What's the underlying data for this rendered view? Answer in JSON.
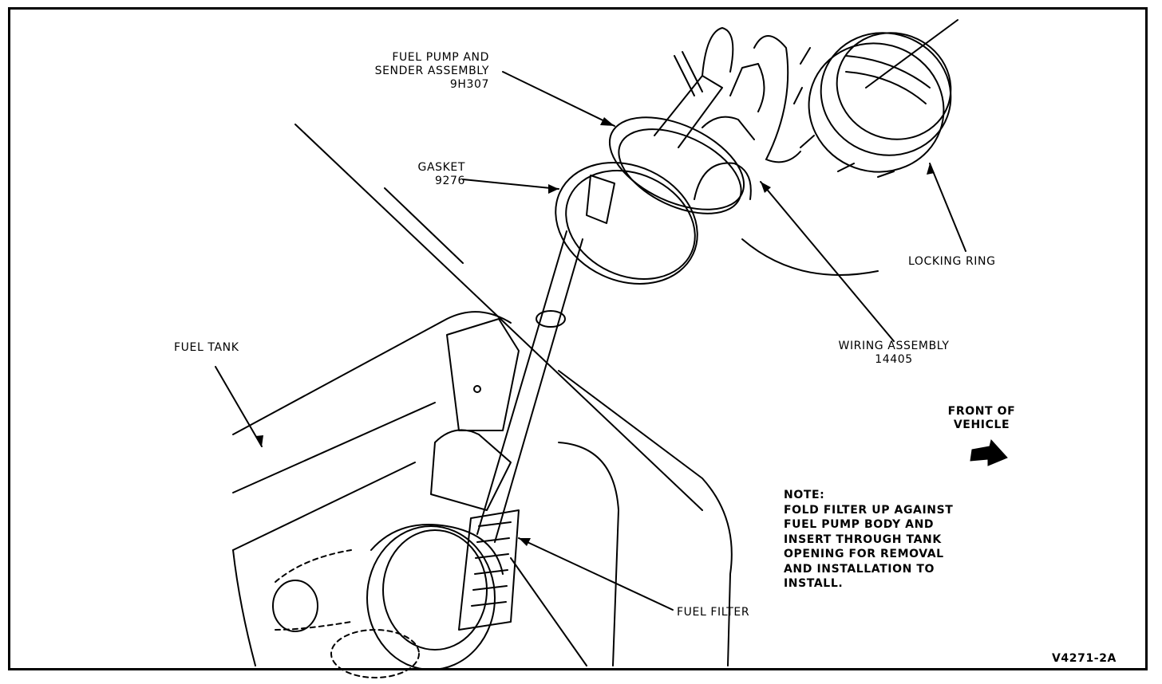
{
  "labels": {
    "pump_assembly": [
      "FUEL PUMP AND",
      "SENDER ASSEMBLY",
      "9H307"
    ],
    "gasket": [
      "GASKET",
      "9276"
    ],
    "locking_ring": "LOCKING RING",
    "wiring_assembly": [
      "WIRING ASSEMBLY",
      "14405"
    ],
    "fuel_tank": "FUEL TANK",
    "front_of_vehicle": [
      "FRONT OF",
      "VEHICLE"
    ],
    "note": [
      "NOTE:",
      "FOLD FILTER UP AGAINST",
      "FUEL PUMP BODY AND",
      "INSERT THROUGH TANK",
      "OPENING FOR REMOVAL",
      "AND INSTALLATION TO",
      "INSTALL."
    ],
    "fuel_filter": "FUEL FILTER",
    "figure_code": "V4271-2A"
  },
  "colors": {
    "ink": "#000000",
    "paper": "#ffffff"
  },
  "icons": {
    "front_arrow": "arrow-down-right-icon"
  }
}
